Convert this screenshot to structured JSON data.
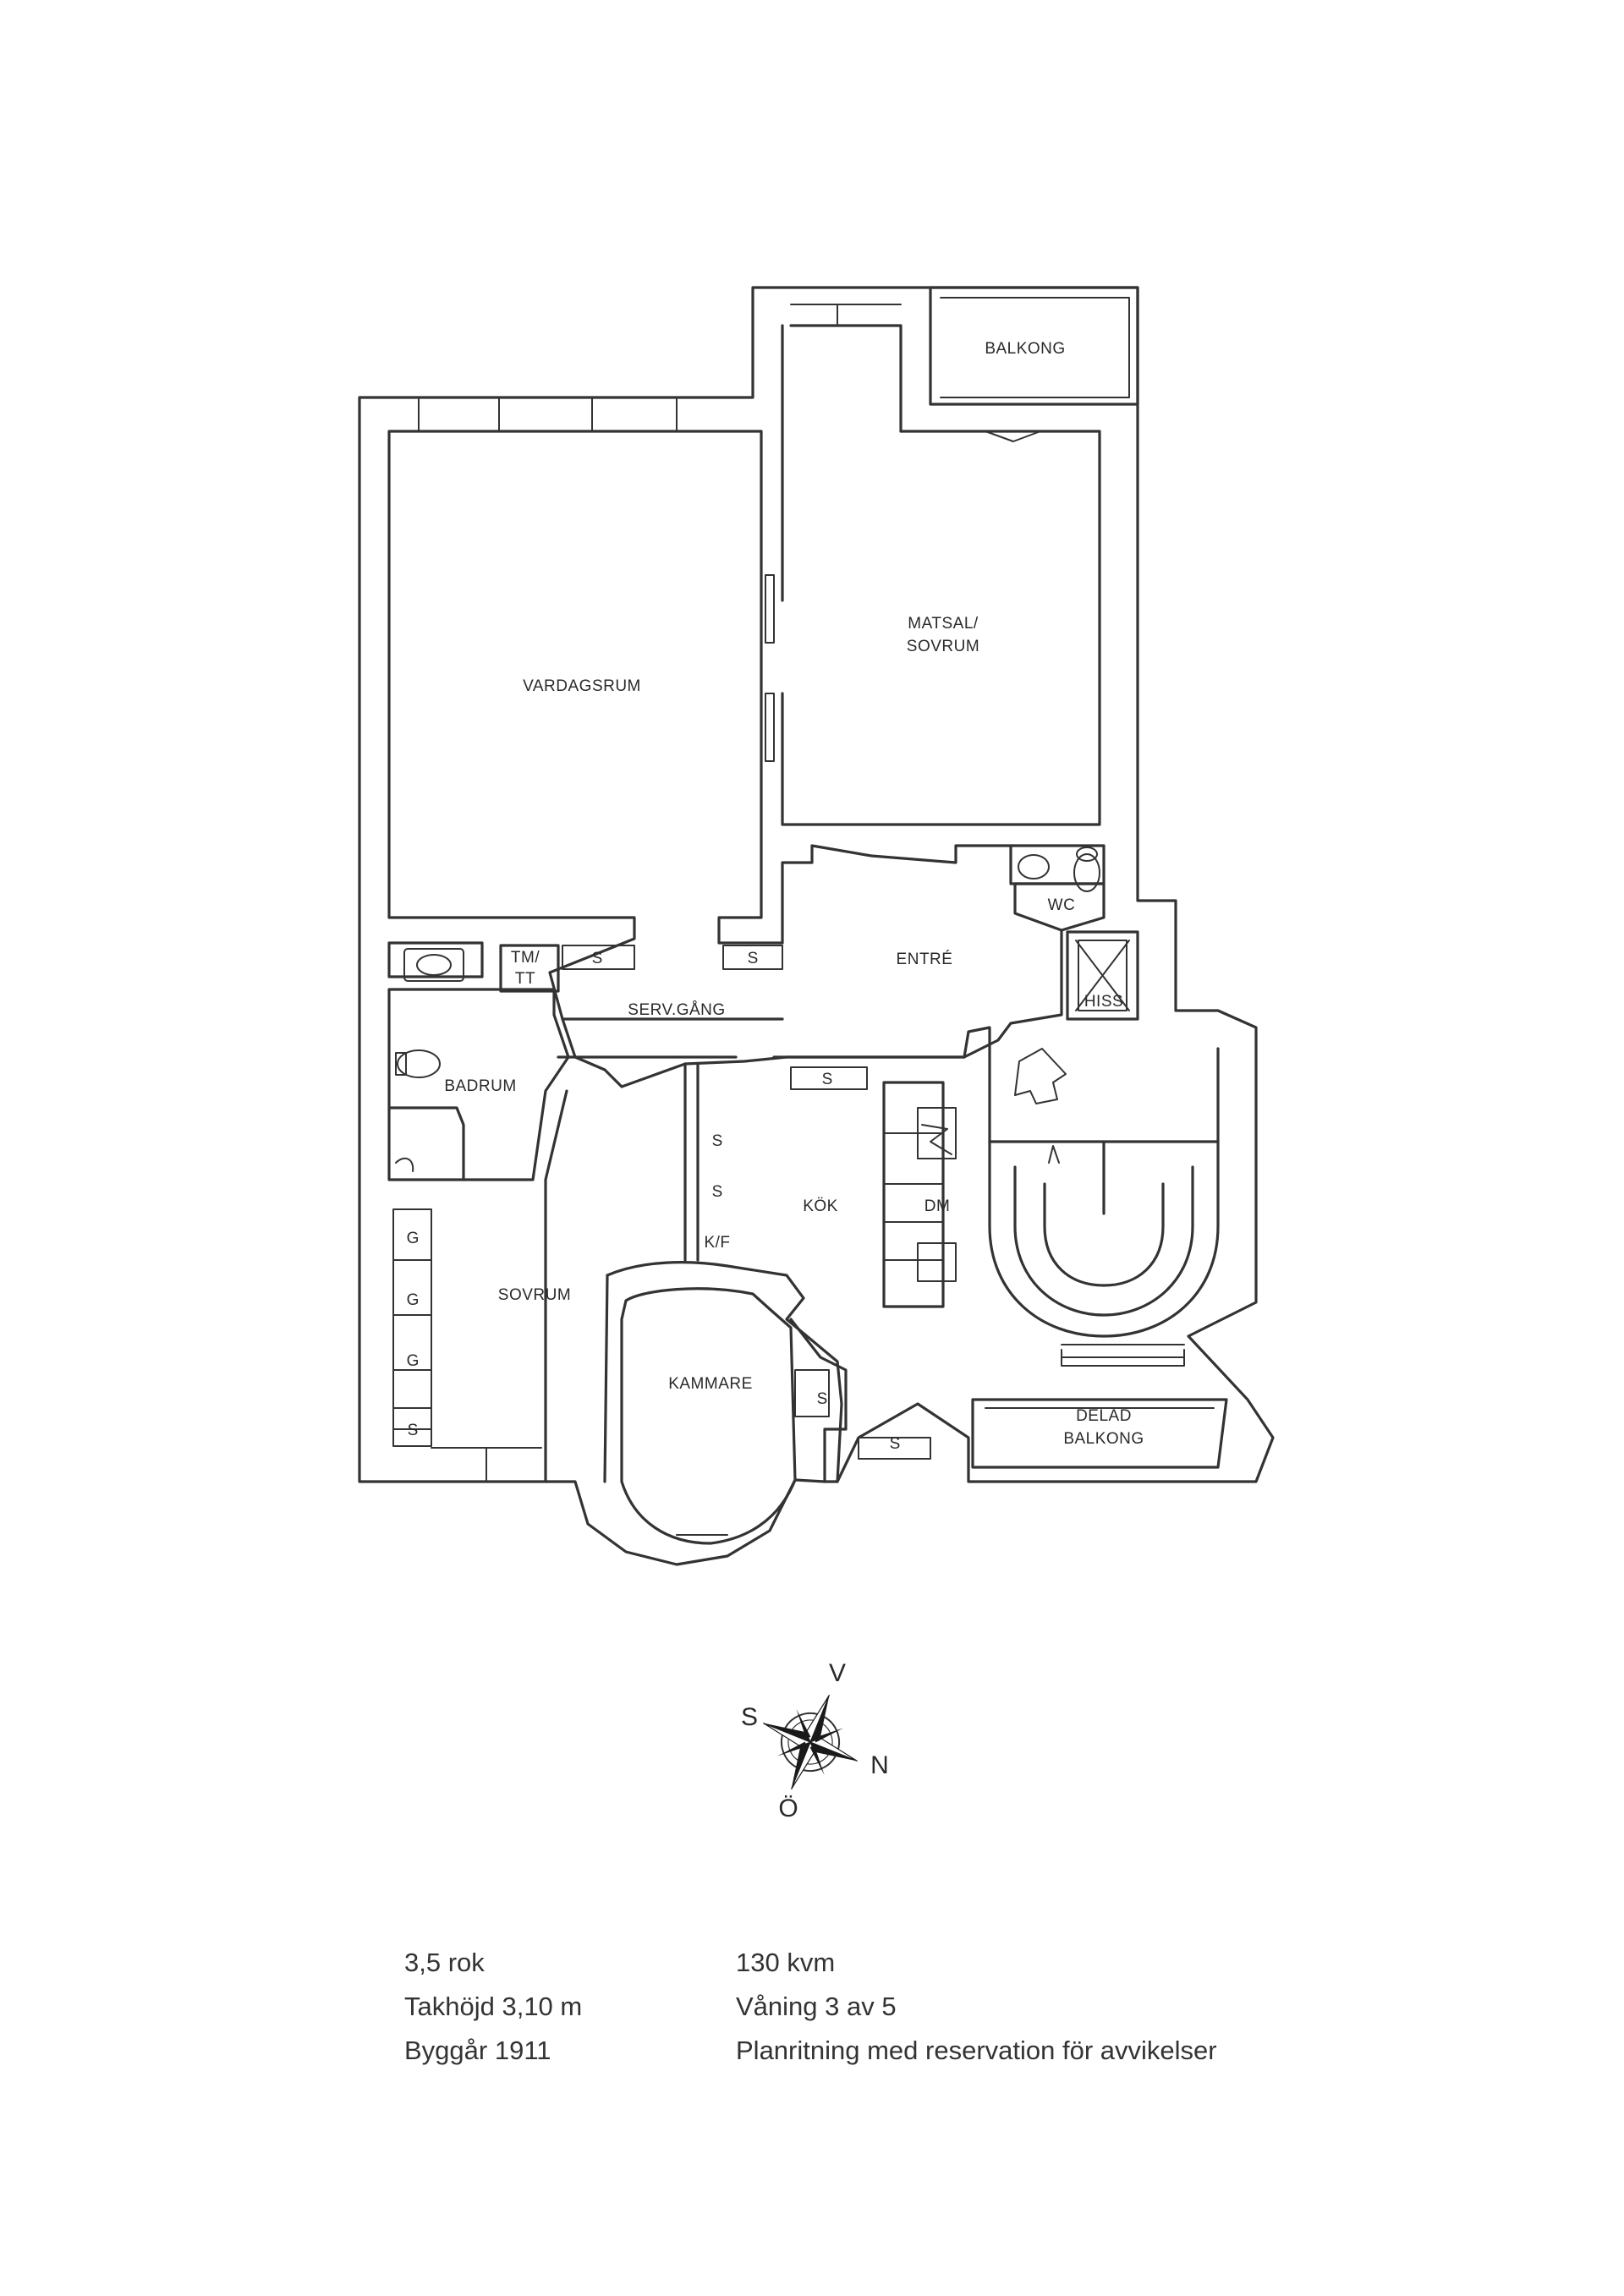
{
  "rooms": {
    "balkong": "BALKONG",
    "matsal_1": "MATSAL/",
    "matsal_2": "SOVRUM",
    "vardagsrum": "VARDAGSRUM",
    "wc": "WC",
    "entre": "ENTRÉ",
    "hiss": "HISS",
    "tm_1": "TM/",
    "tm_2": "TT",
    "servgang": "SERV.GÅNG",
    "badrum": "BADRUM",
    "kok": "KÖK",
    "dm": "DM",
    "kf": "K/F",
    "sovrum": "SOVRUM",
    "kammare": "KAMMARE",
    "delad_1": "DELAD",
    "delad_2": "BALKONG"
  },
  "cabinets": {
    "s": "S",
    "g": "G"
  },
  "compass": {
    "north": "N",
    "south": "S",
    "west": "V",
    "east": "Ö"
  },
  "info": {
    "rok": "3,5 rok",
    "kvm": "130  kvm",
    "takhojd": "Takhöjd 3,10 m",
    "vaning": "Våning 3 av 5",
    "byggar": "Byggår 1911",
    "reservation": "Planritning med reservation för avvikelser"
  }
}
